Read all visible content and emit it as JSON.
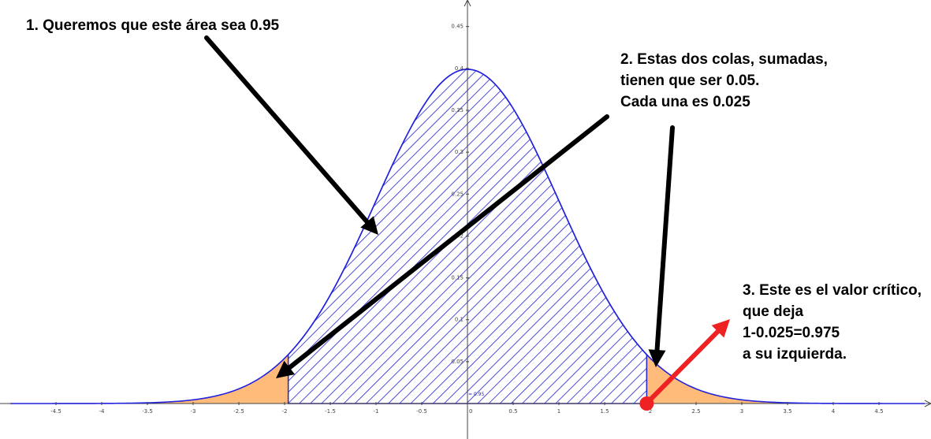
{
  "chart_data": {
    "type": "area",
    "title": "",
    "xlabel": "",
    "ylabel": "",
    "distribution": "normal",
    "mean": 0,
    "sd": 1,
    "critical_values": [
      -1.96,
      1.96
    ],
    "xlim": [
      -5,
      5
    ],
    "ylim": [
      0,
      0.48
    ],
    "x_ticks": [
      "-4.5",
      "-4",
      "-3.5",
      "-3",
      "-2.5",
      "-2",
      "-1.5",
      "-1",
      "-0.5",
      "0",
      "0.5",
      "1",
      "1.5",
      "2",
      "2.5",
      "3",
      "3.5",
      "4",
      "4.5"
    ],
    "y_ticks": [
      "0.45",
      "0.4",
      "0.35",
      "0.3",
      "0.25",
      "0.2",
      "0.15",
      "0.1",
      "0.05"
    ],
    "y_tick_values": [
      0.45,
      0.4,
      0.35,
      0.3,
      0.25,
      0.2,
      0.15,
      0.1,
      0.05
    ],
    "center_area_label": "= 0.95",
    "center_area": 0.95,
    "tail_area_each": 0.025,
    "grid": false,
    "colors": {
      "center_fill": "#2222cc",
      "curve": "#2222dd",
      "tail_fill": "#ffbb7a",
      "axis": "#444444",
      "annotation_arrow": "#000000",
      "critical_arrow": "#ee2222"
    }
  },
  "annotations": {
    "one": "1. Queremos que este área sea 0.95",
    "two": {
      "line1": "2. Estas dos colas, sumadas,",
      "line2": "tienen que ser 0.05.",
      "line3": "Cada una es 0.025"
    },
    "three": {
      "line1": "3. Este es el valor crítico,",
      "line2": "que deja",
      "line3": "1-0.025=0.975",
      "line4": "a su izquierda."
    }
  }
}
